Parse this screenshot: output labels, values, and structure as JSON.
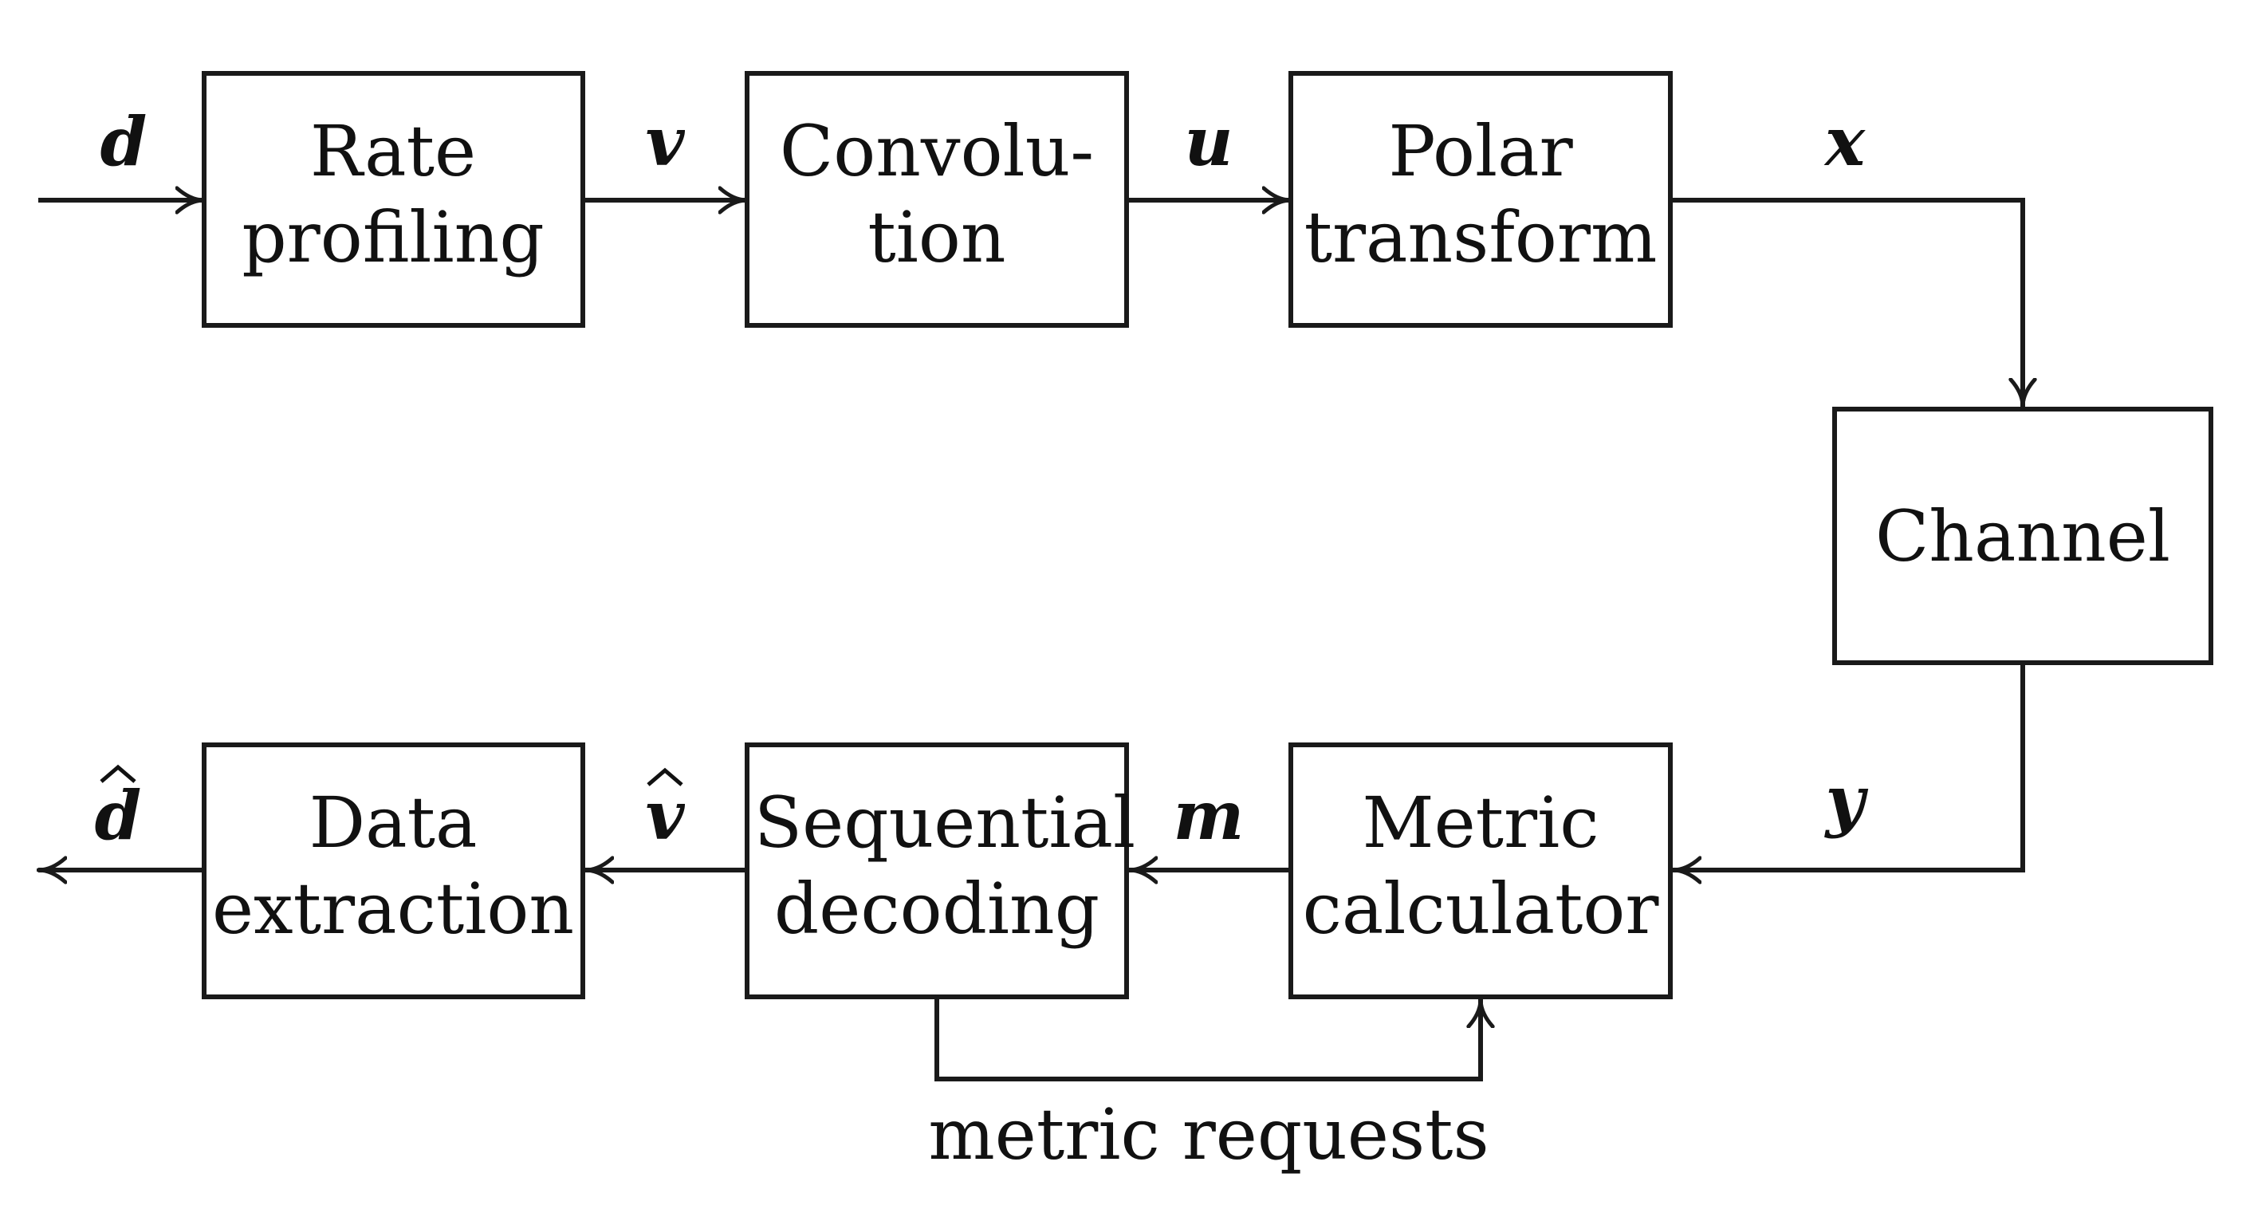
{
  "blocks": {
    "rate_profiling": [
      "Rate",
      "profiling"
    ],
    "convolution": [
      "Convolu-",
      "tion"
    ],
    "polar_transform": [
      "Polar",
      "transform"
    ],
    "channel": [
      "Channel"
    ],
    "metric_calculator": [
      "Metric",
      "calculator"
    ],
    "sequential_decoding": [
      "Sequential",
      "decoding"
    ],
    "data_extraction": [
      "Data",
      "extraction"
    ]
  },
  "signals": {
    "d": "d",
    "v": "v",
    "u": "u",
    "x": "x",
    "y": "y",
    "m": "m",
    "v_hat": "v",
    "d_hat": "d"
  },
  "feedback_label": "metric requests"
}
